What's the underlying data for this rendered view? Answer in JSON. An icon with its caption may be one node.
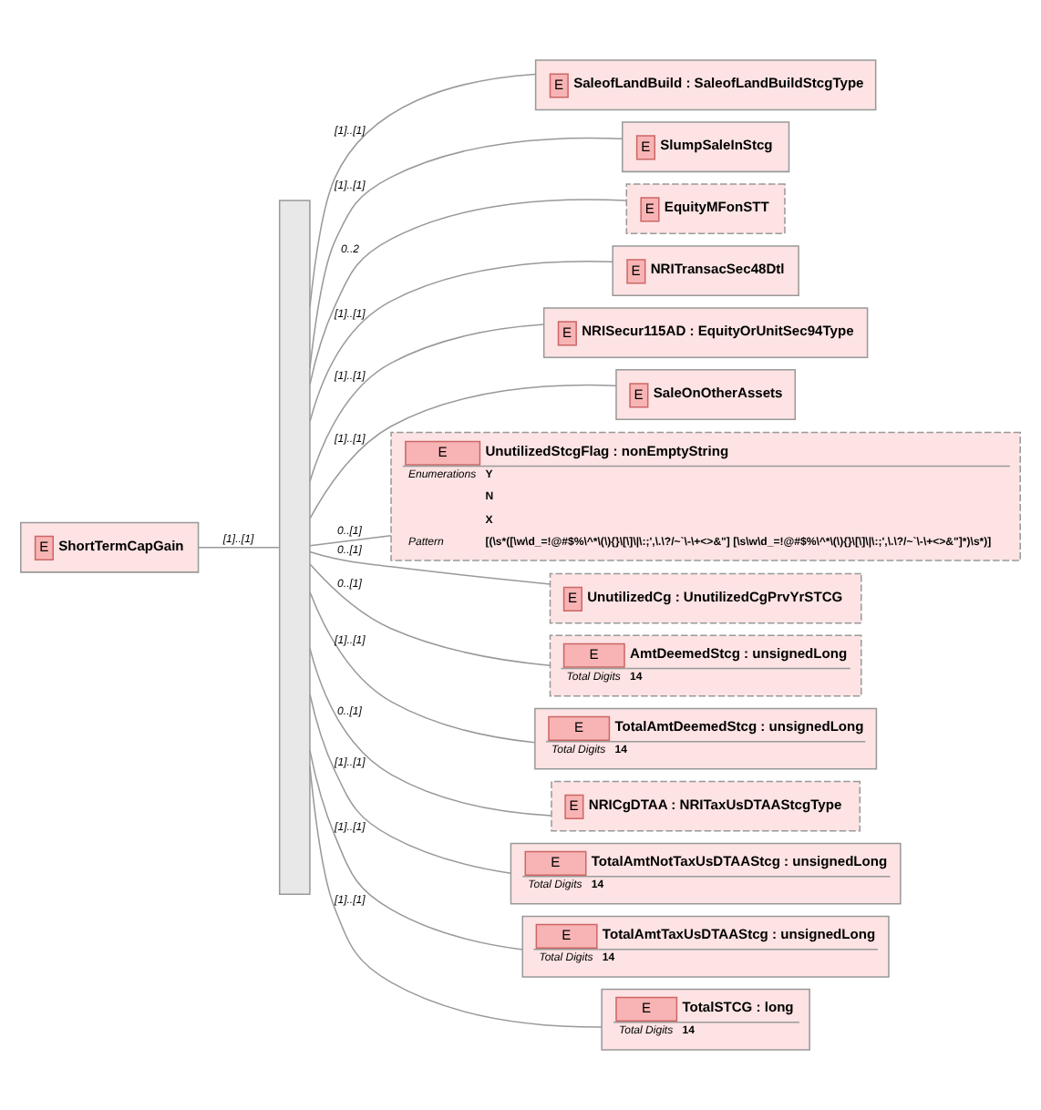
{
  "diagram": {
    "nodes": [
      {
        "text": [
          "E",
          "ShortTermCapGain"
        ]
      },
      {
        "text": [],
        "shape": "bar"
      },
      {
        "text": [
          "E",
          "SaleofLandBuild : SaleofLandBuildStcgType"
        ]
      },
      {
        "text": [
          "E",
          "SlumpSaleInStcg"
        ]
      },
      {
        "text": [
          "E",
          "EquityMFonSTT"
        ]
      },
      {
        "text": [
          "E",
          "NRITransacSec48Dtl"
        ]
      },
      {
        "text": [
          "E",
          "NRISecur115AD : EquityOrUnitSec94Type"
        ]
      },
      {
        "text": [
          "E",
          "SaleOnOtherAssets"
        ]
      },
      {
        "text": [
          "E",
          "UnutilizedStcgFlag : nonEmptyString",
          "Enumerations",
          "Y",
          "N",
          "X",
          "Pattern",
          "[(\\s*([\\w\\d_=!@#$%\\^*\\(\\){}\\[\\]\\|\\:;',\\.\\?/~`\\-\\+<>&\"] [\\s\\w\\d_=!@#$%\\^*\\(\\){}\\[\\]\\|\\:;',\\.\\?/~`\\-\\+<>&\"]*)\\s*)]"
        ]
      },
      {
        "text": [
          "E",
          "UnutilizedCg : UnutilizedCgPrvYrSTCG"
        ]
      },
      {
        "text": [
          "E",
          "AmtDeemedStcg : unsignedLong",
          "Total Digits",
          "14"
        ]
      },
      {
        "text": [
          "E",
          "TotalAmtDeemedStcg : unsignedLong",
          "Total Digits",
          "14"
        ]
      },
      {
        "text": [
          "E",
          "NRICgDTAA : NRITaxUsDTAAStcgType"
        ]
      },
      {
        "text": [
          "E",
          "TotalAmtNotTaxUsDTAAStcg : unsignedLong",
          "Total Digits",
          "14"
        ]
      },
      {
        "text": [
          "E",
          "TotalAmtTaxUsDTAAStcg : unsignedLong",
          "Total Digits",
          "14"
        ]
      },
      {
        "text": [
          "E",
          "TotalSTCG : long",
          "Total Digits",
          "14"
        ]
      }
    ],
    "edges": [
      {
        "from": 0,
        "to": 1,
        "arrow": "none",
        "label": "[1]..[1]"
      },
      {
        "from": 1,
        "to": 2,
        "arrow": "none",
        "label": "[1]..[1]"
      },
      {
        "from": 1,
        "to": 3,
        "arrow": "none",
        "label": "[1]..[1]"
      },
      {
        "from": 1,
        "to": 4,
        "arrow": "none",
        "label": "0..2"
      },
      {
        "from": 1,
        "to": 5,
        "arrow": "none",
        "label": "[1]..[1]"
      },
      {
        "from": 1,
        "to": 6,
        "arrow": "none",
        "label": "[1]..[1]"
      },
      {
        "from": 1,
        "to": 7,
        "arrow": "none",
        "label": "[1]..[1]"
      },
      {
        "from": 1,
        "to": 8,
        "arrow": "none",
        "label": "0..[1]"
      },
      {
        "from": 1,
        "to": 9,
        "arrow": "none",
        "label": "0..[1]"
      },
      {
        "from": 1,
        "to": 10,
        "arrow": "none",
        "label": "0..[1]"
      },
      {
        "from": 1,
        "to": 11,
        "arrow": "none",
        "label": "[1]..[1]"
      },
      {
        "from": 1,
        "to": 12,
        "arrow": "none",
        "label": "0..[1]"
      },
      {
        "from": 1,
        "to": 13,
        "arrow": "none",
        "label": "[1]..[1]"
      },
      {
        "from": 1,
        "to": 14,
        "arrow": "none",
        "label": "[1]..[1]"
      },
      {
        "from": 1,
        "to": 15,
        "arrow": "none",
        "label": "[1]..[1]"
      }
    ]
  }
}
